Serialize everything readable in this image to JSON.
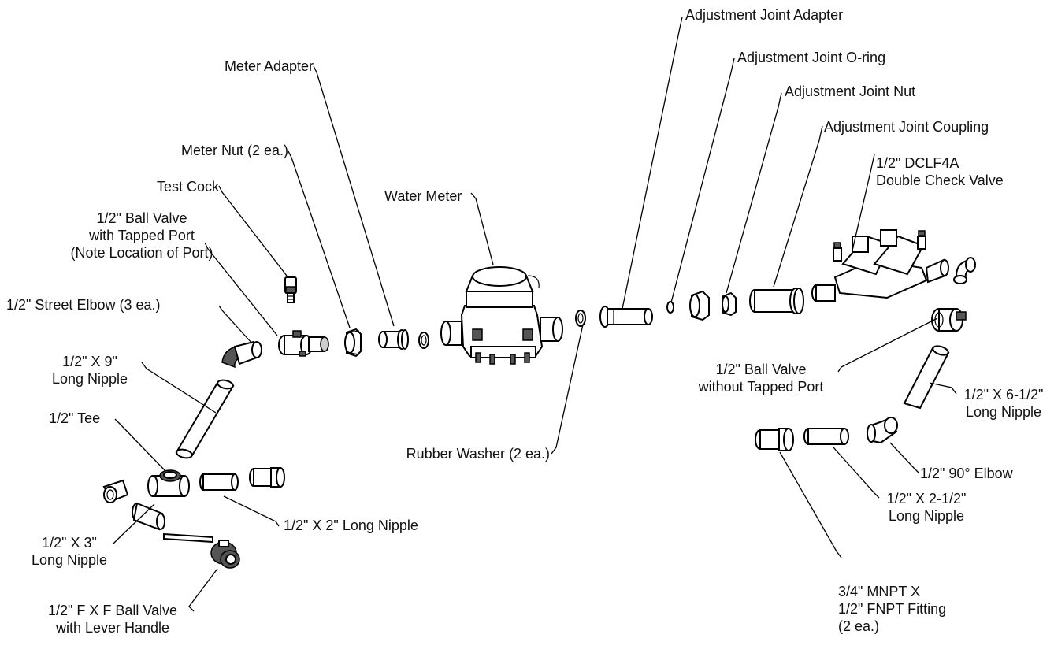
{
  "labels": {
    "adj_adapter": [
      "Adjustment Joint Adapter"
    ],
    "adj_oring": [
      "Adjustment Joint O-ring"
    ],
    "adj_nut": [
      "Adjustment Joint Nut"
    ],
    "adj_coupling": [
      "Adjustment Joint Coupling"
    ],
    "dclf4a": [
      "1/2\" DCLF4A",
      "Double Check Valve"
    ],
    "meter_adapter": [
      "Meter Adapter"
    ],
    "meter_nut": [
      "Meter Nut (2 ea.)"
    ],
    "test_cock": [
      "Test Cock"
    ],
    "water_meter": [
      "Water Meter"
    ],
    "ball_valve_tapped": [
      "1/2\" Ball Valve",
      "with Tapped Port",
      "(Note Location of Port)"
    ],
    "street_elbow": [
      "1/2\" Street Elbow (3 ea.)"
    ],
    "nipple_9": [
      "1/2\" X 9\"",
      "Long Nipple"
    ],
    "tee": [
      "1/2\" Tee"
    ],
    "nipple_3": [
      "1/2\" X 3\"",
      "Long Nipple"
    ],
    "nipple_2": [
      "1/2\" X 2\" Long Nipple"
    ],
    "ffball": [
      "1/2\" F X F Ball Valve",
      "with Lever Handle"
    ],
    "rubber_washer": [
      "Rubber Washer (2 ea.)"
    ],
    "ball_valve_untapped": [
      "1/2\" Ball Valve",
      "without Tapped Port"
    ],
    "nipple_6_5": [
      "1/2\" X 6-1/2\"",
      "Long Nipple"
    ],
    "elbow_90": [
      "1/2\" 90° Elbow"
    ],
    "nipple_2_5": [
      "1/2\" X 2-1/2\"",
      "Long Nipple"
    ],
    "fitting": [
      "3/4\" MNPT X",
      "1/2\" FNPT Fitting",
      "(2 ea.)"
    ]
  }
}
